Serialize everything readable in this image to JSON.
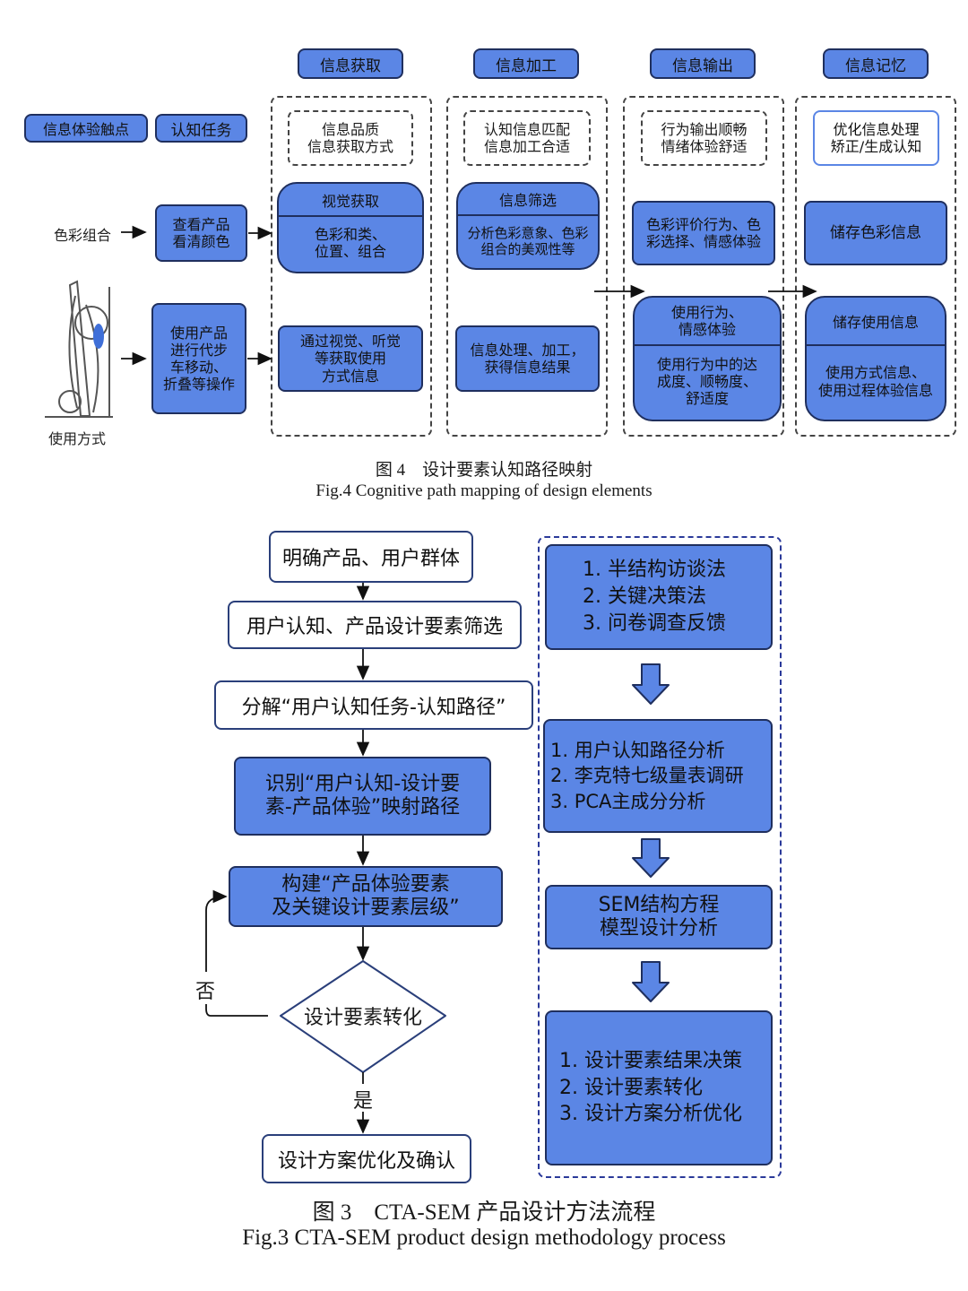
{
  "fig4": {
    "stages": [
      "信息获取",
      "信息加工",
      "信息输出",
      "信息记忆"
    ],
    "touchpoint_label": "信息体验触点",
    "task_label": "认知任务",
    "color_combo_label": "色彩组合",
    "usage_label": "使用方式",
    "task_view_color": "查看产品\n看清颜色",
    "task_use": "使用产品\n进行代步\n车移动、\n折叠等操作",
    "col1": {
      "header": "信息品质\n信息获取方式",
      "box1_title": "视觉获取",
      "box1_body": "色彩和类、\n位置、组合",
      "box2": "通过视觉、听觉\n等获取使用\n方式信息"
    },
    "col2": {
      "header": "认知信息匹配\n信息加工合适",
      "box1_title": "信息筛选",
      "box1_body": "分析色彩意象、色彩\n组合的美观性等",
      "box2": "信息处理、加工，\n获得信息结果"
    },
    "col3": {
      "header": "行为输出顺畅\n情绪体验舒适",
      "box1": "色彩评价行为、色\n彩选择、情感体验",
      "box2_title": "使用行为、\n情感体验",
      "box2_body": "使用行为中的达\n成度、顺畅度、\n舒适度"
    },
    "col4": {
      "header": "优化信息处理\n矫正/生成认知",
      "box1": "储存色彩信息",
      "box2_title": "储存使用信息",
      "box2_body": "使用方式信息、\n使用过程体验信息"
    },
    "caption_cn": "图 4　设计要素认知路径映射",
    "caption_en": "Fig.4 Cognitive path mapping of design elements"
  },
  "fig3": {
    "flow": [
      "明确产品、用户群体",
      "用户认知、产品设计要素筛选",
      "分解“用户认知任务-认知路径”",
      "识别“用户认知-设计要\n素-产品体验”映射路径",
      "构建“产品体验要素\n及关键设计要素层级”"
    ],
    "decision": "设计要素转化",
    "no_label": "否",
    "yes_label": "是",
    "final": "设计方案优化及确认",
    "methods": [
      "1. 半结构访谈法\n2. 关键决策法\n3. 问卷调查反馈",
      "1. 用户认知路径分析\n2. 李克特七级量表调研\n3. PCA主成分分析",
      "SEM结构方程\n模型设计分析",
      "1. 设计要素结果决策\n2. 设计要素转化\n3. 设计方案分析优化"
    ],
    "caption_cn": "图 3　CTA-SEM 产品设计方法流程",
    "caption_en": "Fig.3 CTA-SEM product design methodology process"
  },
  "colors": {
    "accent_blue": "#5b86e5",
    "border_navy": "#1f2f5e"
  }
}
